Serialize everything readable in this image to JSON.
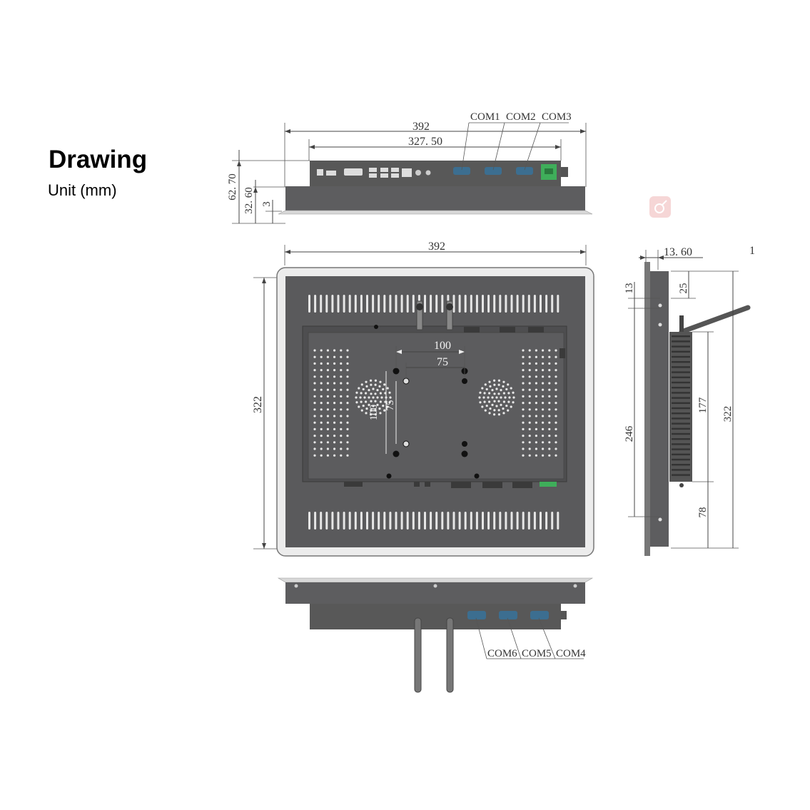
{
  "title": "Drawing",
  "unit_label": "Unit (mm)",
  "dimensions": {
    "top_width": "392",
    "top_inner_width": "327. 50",
    "top_height": "62. 70",
    "top_body_height": "32. 60",
    "top_flange": "3",
    "front_width": "392",
    "front_height": "322",
    "vesa_outer": "100",
    "vesa_inner": "75",
    "vesa_v_outer": "100",
    "vesa_v_inner": "75",
    "side_depth": "13. 60",
    "side_13": "13",
    "side_25": "25",
    "side_246": "246",
    "side_177": "177",
    "side_322": "322",
    "side_78": "78",
    "side_mark": "1"
  },
  "ports": {
    "top": [
      "COM1",
      "COM2",
      "COM3"
    ],
    "bottom": [
      "COM6",
      "COM5",
      "COM4"
    ]
  },
  "colors": {
    "panel": "#5a5a5c",
    "panel_dark": "#4a4a4c",
    "bezel": "#ececec",
    "com_port": "#3c6e90",
    "power_connector": "#3fae5a",
    "watermark": "#f6d6d6"
  }
}
